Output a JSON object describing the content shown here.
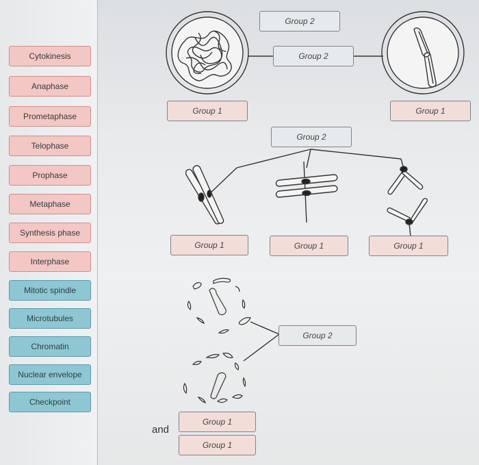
{
  "sidebar": {
    "items": [
      {
        "label": "Cytokinesis",
        "color": "pink"
      },
      {
        "label": "Anaphase",
        "color": "pink"
      },
      {
        "label": "Prometaphase",
        "color": "pink"
      },
      {
        "label": "Telophase",
        "color": "pink"
      },
      {
        "label": "Prophase",
        "color": "pink"
      },
      {
        "label": "Metaphase",
        "color": "pink"
      },
      {
        "label": "Synthesis phase",
        "color": "pink"
      },
      {
        "label": "Interphase",
        "color": "pink"
      },
      {
        "label": "Mitotic spindle",
        "color": "blue"
      },
      {
        "label": "Microtubules",
        "color": "blue"
      },
      {
        "label": "Chromatin",
        "color": "blue"
      },
      {
        "label": "Nuclear envelope",
        "color": "blue"
      },
      {
        "label": "Checkpoint",
        "color": "blue"
      }
    ]
  },
  "targets": {
    "top_group2_a": "Group 2",
    "top_group2_b": "Group 2",
    "left_cell_group1": "Group 1",
    "right_cell_group1": "Group 1",
    "middle_group2": "Group 2",
    "chromo1_group1": "Group 1",
    "chromo2_group1": "Group 1",
    "chromo3_group1": "Group 1",
    "dots_group2": "Group 2",
    "bottom_group1_a": "Group 1",
    "bottom_group1_b": "Group 1"
  },
  "and_text": "and",
  "colors": {
    "group1_fill": "#f3ddd9",
    "group2_fill": "#e6eaed",
    "pink_chip": "#f2c7c4",
    "blue_chip": "#8ec7d3"
  }
}
